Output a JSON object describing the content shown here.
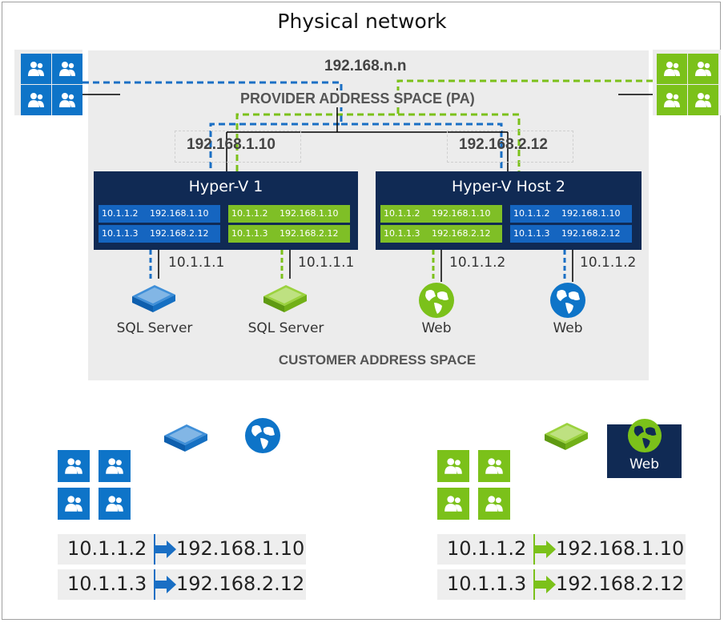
{
  "title": "Physical network",
  "provider": {
    "pa_network": "192.168.n.n",
    "label": "PROVIDER ADDRESS SPACE (PA)",
    "host1_ip": "192.168.1.10",
    "host2_ip": "192.168.2.12"
  },
  "hosts": [
    {
      "title": "Hyper-V 1",
      "tables": [
        {
          "color": "blue",
          "rows": [
            [
              "10.1.1.2",
              "192.168.1.10"
            ],
            [
              "10.1.1.3",
              "192.168.2.12"
            ]
          ]
        },
        {
          "color": "green",
          "rows": [
            [
              "10.1.1.2",
              "192.168.1.10"
            ],
            [
              "10.1.1.3",
              "192.168.2.12"
            ]
          ]
        }
      ]
    },
    {
      "title": "Hyper-V Host 2",
      "tables": [
        {
          "color": "green",
          "rows": [
            [
              "10.1.1.2",
              "192.168.1.10"
            ],
            [
              "10.1.1.3",
              "192.168.2.12"
            ]
          ]
        },
        {
          "color": "blue",
          "rows": [
            [
              "10.1.1.2",
              "192.168.1.10"
            ],
            [
              "10.1.1.3",
              "192.168.2.12"
            ]
          ]
        }
      ]
    }
  ],
  "vms": [
    {
      "ip": "10.1.1.1",
      "label": "SQL Server",
      "icon": "server-icon",
      "color": "blue"
    },
    {
      "ip": "10.1.1.1",
      "label": "SQL Server",
      "icon": "server-icon",
      "color": "green"
    },
    {
      "ip": "10.1.1.2",
      "label": "Web",
      "icon": "globe-icon",
      "color": "green"
    },
    {
      "ip": "10.1.1.2",
      "label": "Web",
      "icon": "globe-icon",
      "color": "blue"
    }
  ],
  "customer_label": "CUSTOMER  ADDRESS  SPACE",
  "legend": {
    "blue_mappings": [
      [
        "10.1.1.2",
        "192.168.1.10"
      ],
      [
        "10.1.1.3",
        "192.168.2.12"
      ]
    ],
    "green_mappings": [
      [
        "10.1.1.2",
        "192.168.1.10"
      ],
      [
        "10.1.1.3",
        "192.168.2.12"
      ]
    ],
    "green_web_label": "Web"
  },
  "colors": {
    "blue": "#0e74c8",
    "green": "#7bc11a",
    "navy": "#102a54",
    "gray": "#ececec"
  }
}
